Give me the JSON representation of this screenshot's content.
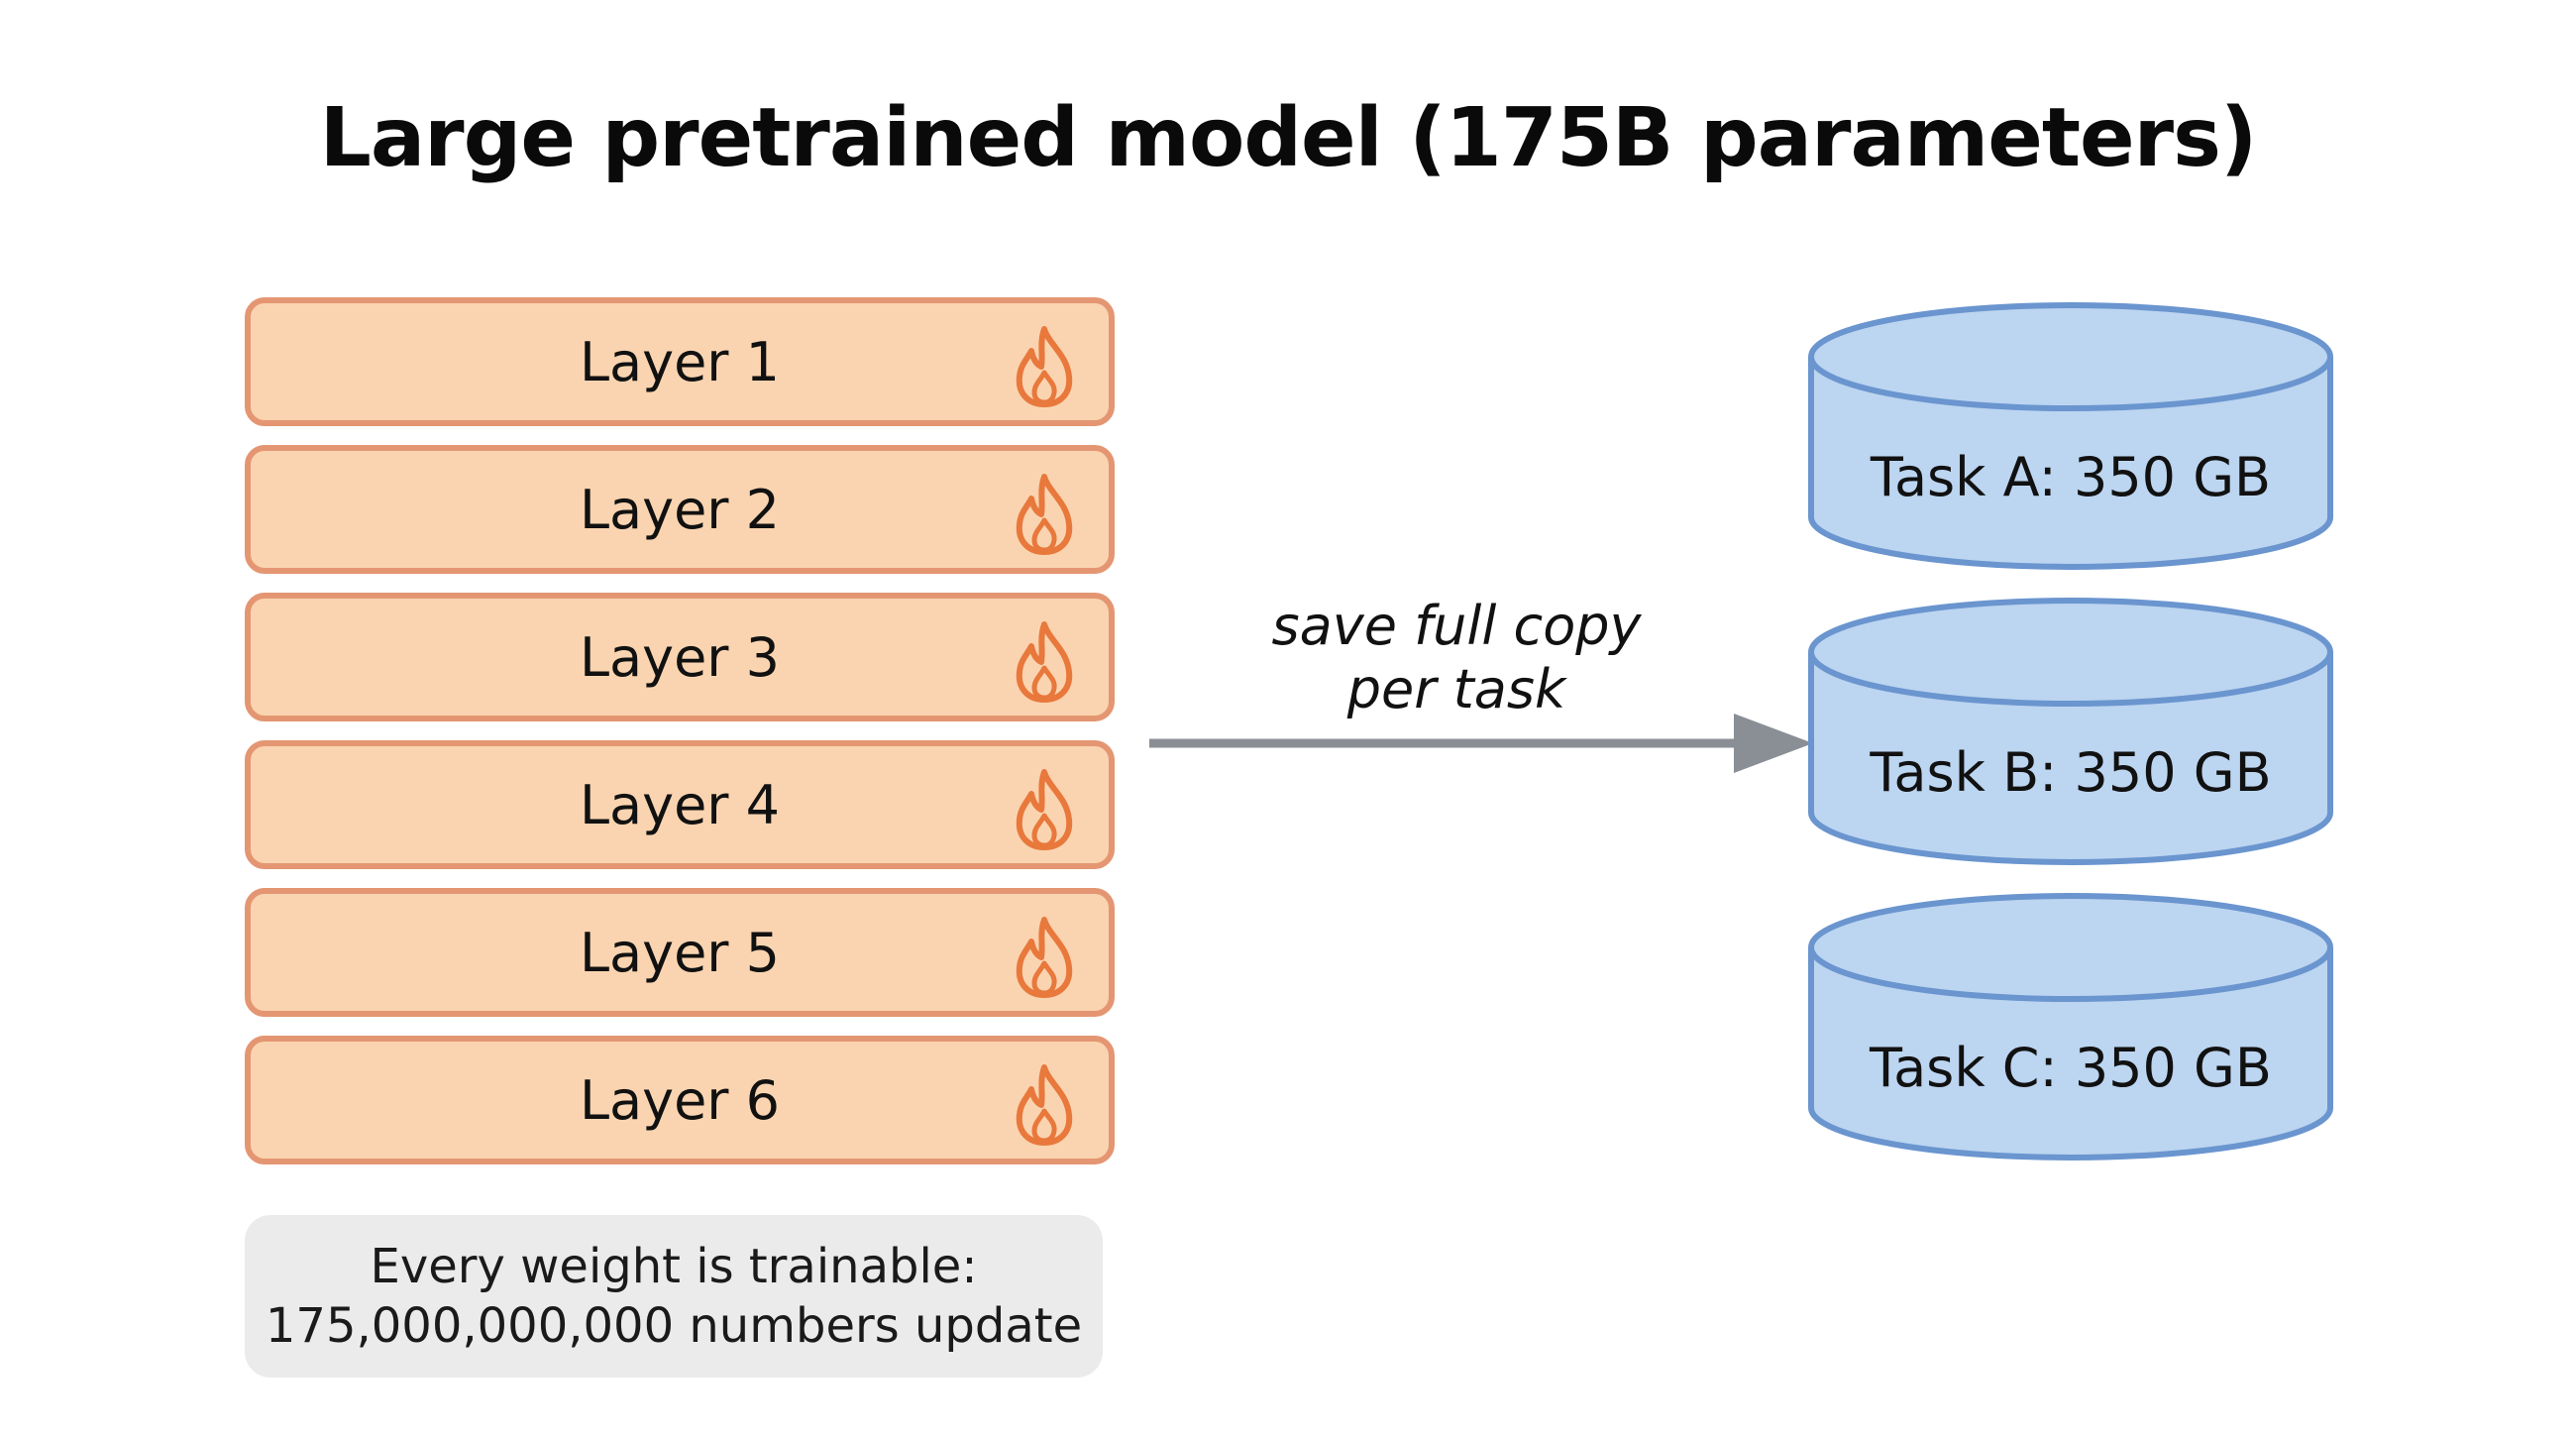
{
  "title": "Large pretrained model (175B parameters)",
  "layers": [
    {
      "label": "Layer 1",
      "icon": "flame-icon"
    },
    {
      "label": "Layer 2",
      "icon": "flame-icon"
    },
    {
      "label": "Layer 3",
      "icon": "flame-icon"
    },
    {
      "label": "Layer 4",
      "icon": "flame-icon"
    },
    {
      "label": "Layer 5",
      "icon": "flame-icon"
    },
    {
      "label": "Layer 6",
      "icon": "flame-icon"
    }
  ],
  "note": {
    "line1": "Every weight is trainable:",
    "line2": "175,000,000,000 numbers update"
  },
  "arrow": {
    "line1": "save full copy",
    "line2": "per task"
  },
  "storage": [
    {
      "label": "Task A: 350 GB"
    },
    {
      "label": "Task B: 350 GB"
    },
    {
      "label": "Task C: 350 GB"
    }
  ],
  "colors": {
    "layer_fill": "#fad4b0",
    "layer_border": "#e49672",
    "flame": "#e8783c",
    "cylinder_fill": "#bcd5f0",
    "cylinder_border": "#6a95cf",
    "arrow": "#8a8f96",
    "note_fill": "#ebebeb"
  }
}
